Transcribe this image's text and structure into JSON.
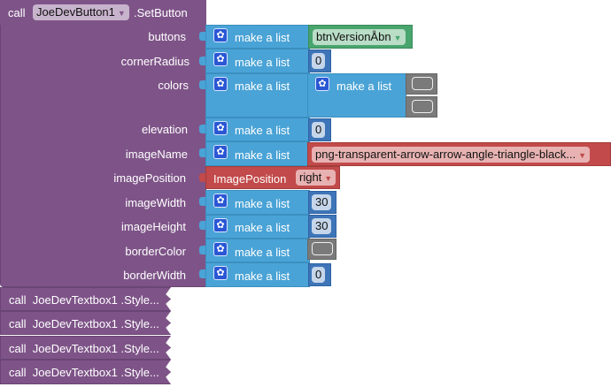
{
  "main_block": {
    "call_label": "call",
    "component": "JoeDevButton1",
    "method": ".SetButton",
    "params": [
      {
        "label": "buttons",
        "list_label": "make a list",
        "value": "btnVersionÅbn",
        "value_type": "component"
      },
      {
        "label": "cornerRadius",
        "list_label": "make a list",
        "value": "0",
        "value_type": "number"
      },
      {
        "label": "colors",
        "list_label": "make a list",
        "inner_list_label": "make a list",
        "value_type": "color-list"
      },
      {
        "label": "elevation",
        "list_label": "make a list",
        "value": "0",
        "value_type": "number"
      },
      {
        "label": "imageName",
        "list_label": "make a list",
        "value": "png-transparent-arrow-arrow-angle-triangle-black...",
        "value_type": "text-dropdown"
      },
      {
        "label": "imagePosition",
        "enum_label": "ImagePosition",
        "value": "right",
        "value_type": "enum"
      },
      {
        "label": "imageWidth",
        "list_label": "make a list",
        "value": "30",
        "value_type": "number"
      },
      {
        "label": "imageHeight",
        "list_label": "make a list",
        "value": "30",
        "value_type": "number"
      },
      {
        "label": "borderColor",
        "list_label": "make a list",
        "value_type": "color"
      },
      {
        "label": "borderWidth",
        "list_label": "make a list",
        "value": "0",
        "value_type": "number"
      }
    ]
  },
  "collapsed_blocks": [
    {
      "text": "call  JoeDevTextbox1 .Style..."
    },
    {
      "text": "call  JoeDevTextbox1 .Style..."
    },
    {
      "text": "call  JoeDevTextbox1 .Style..."
    },
    {
      "text": "call  JoeDevTextbox1 .Style..."
    }
  ],
  "colors": {
    "procedure": "#7e5488",
    "list": "#4aa3d6",
    "number": "#3d75b8",
    "component": "#48a56d",
    "enum": "#c24a4a",
    "color": "#7a7a7a",
    "mutator": "#2a57d4"
  }
}
